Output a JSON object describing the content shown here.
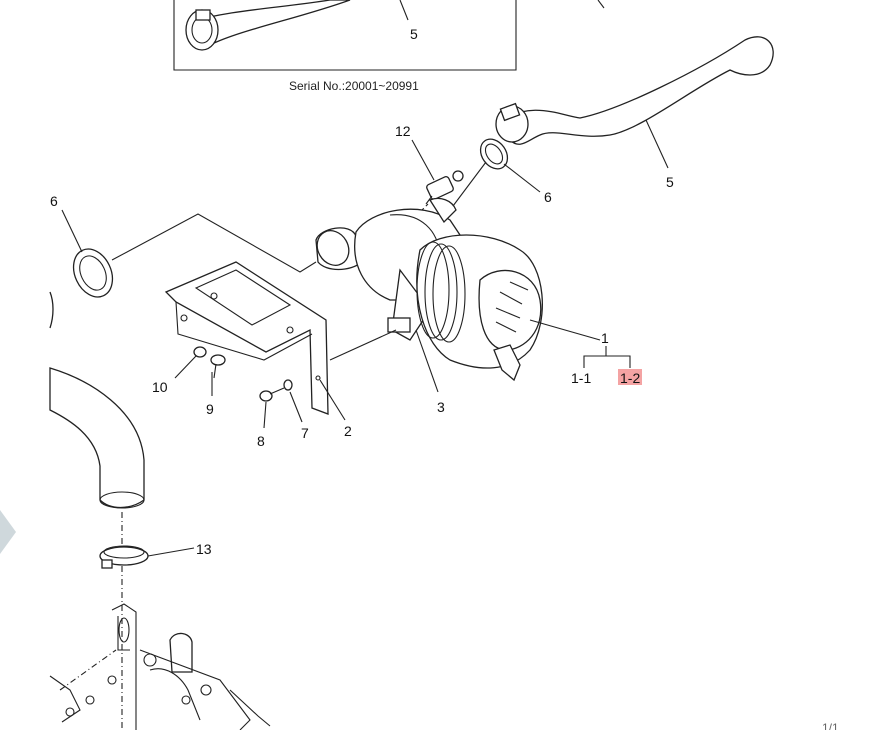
{
  "serial_note": "Serial No.:20001~20991",
  "callouts": {
    "c1": "1",
    "c1_1": "1-1",
    "c1_2": "1-2",
    "c2": "2",
    "c3": "3",
    "c5_inset": "5",
    "c5": "5",
    "c6_left": "6",
    "c6": "6",
    "c7": "7",
    "c8": "8",
    "c9": "9",
    "c10": "10",
    "c12": "12",
    "c13": "13"
  },
  "highlight": {
    "part": "1-2",
    "color": "#f4a3a3"
  },
  "pager": "1/1",
  "colors": {
    "line": "#222222",
    "nav_arrow": "#cfd8dc"
  },
  "icons": {
    "nav": "chevron-right-icon"
  }
}
